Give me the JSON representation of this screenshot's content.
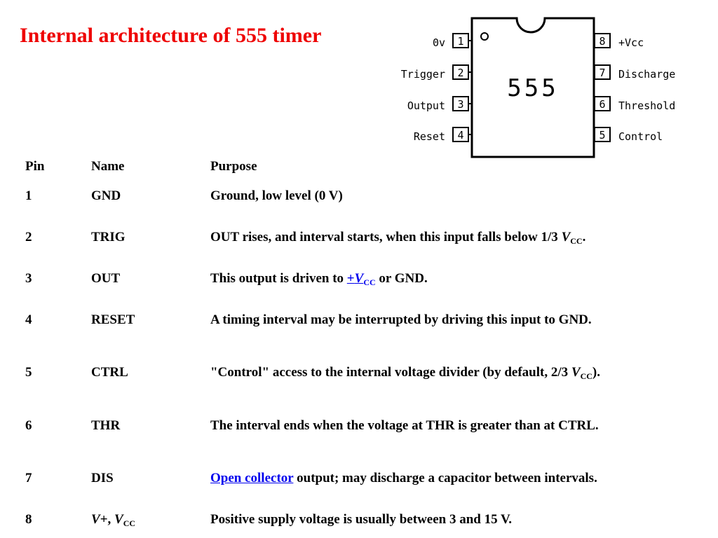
{
  "title": "Internal architecture of 555 timer",
  "colors": {
    "title": "#ee0000",
    "link": "#0000ee"
  },
  "chip": {
    "label": "555",
    "left_pins": [
      {
        "number": "1",
        "name": "0v"
      },
      {
        "number": "2",
        "name": "Trigger"
      },
      {
        "number": "3",
        "name": "Output"
      },
      {
        "number": "4",
        "name": "Reset"
      }
    ],
    "right_pins": [
      {
        "number": "8",
        "name": "+Vcc"
      },
      {
        "number": "7",
        "name": "Discharge"
      },
      {
        "number": "6",
        "name": "Threshold"
      },
      {
        "number": "5",
        "name": "Control"
      }
    ]
  },
  "table": {
    "headers": {
      "pin": "Pin",
      "name": "Name",
      "purpose": "Purpose"
    },
    "rows": [
      {
        "pin": "1",
        "name": "GND",
        "purpose": "Ground, low level (0 V)"
      },
      {
        "pin": "2",
        "name": "TRIG",
        "purpose_pre": "OUT rises, and interval starts, when this input falls below 1/3 ",
        "purpose_var": "V",
        "purpose_sub": "CC",
        "purpose_post": "."
      },
      {
        "pin": "3",
        "name": "OUT",
        "purpose_pre": "This output is driven to ",
        "purpose_link_plus": "+",
        "purpose_link_var": "V",
        "purpose_link_sub": "CC",
        "purpose_post": " or GND."
      },
      {
        "pin": "4",
        "name": "RESET",
        "purpose": "A timing interval may be interrupted by driving this input to GND."
      },
      {
        "pin": "5",
        "name": "CTRL",
        "purpose_pre": "\"Control\" access to the internal voltage divider (by default, 2/3 ",
        "purpose_var": "V",
        "purpose_sub": "CC",
        "purpose_post": ")."
      },
      {
        "pin": "6",
        "name": "THR",
        "purpose": "The interval ends when the voltage at THR is greater than at CTRL."
      },
      {
        "pin": "7",
        "name": "DIS",
        "purpose_link": "Open collector",
        "purpose_post": " output; may discharge a capacitor between intervals."
      },
      {
        "pin": "8",
        "name_var1": "V",
        "name_mid": "+, ",
        "name_var2": "V",
        "name_sub": "CC",
        "purpose": "Positive supply voltage is usually between 3 and 15 V."
      }
    ]
  }
}
